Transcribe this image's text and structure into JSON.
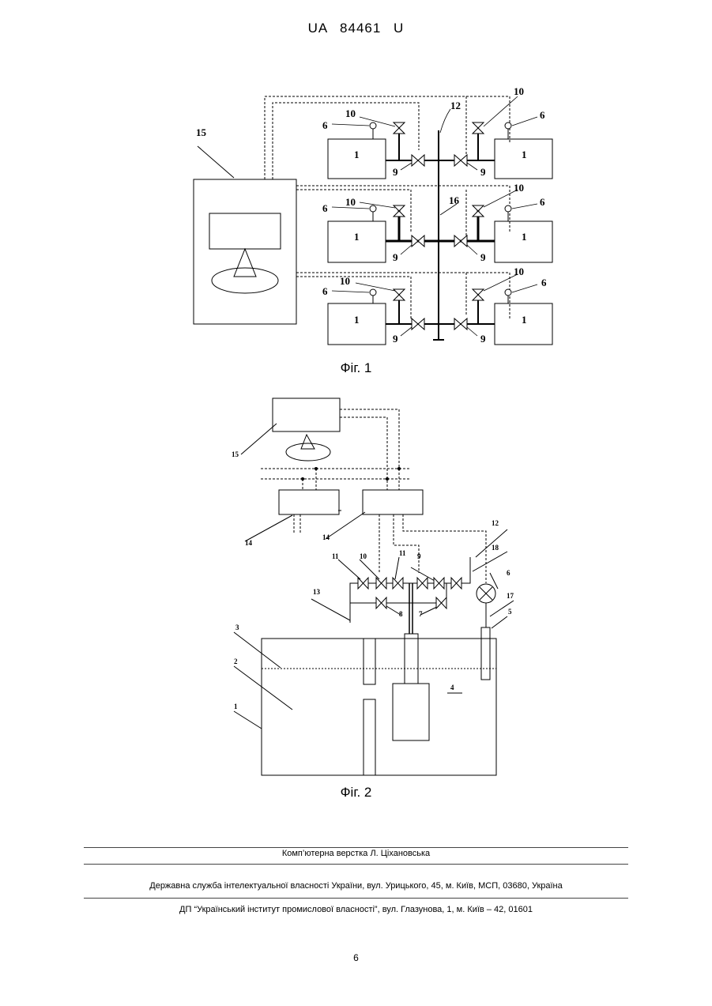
{
  "header": {
    "patent_number": "UA   84461   U"
  },
  "figure1": {
    "caption": "Фіг. 1",
    "labels": {
      "tank": "1",
      "sensor": "6",
      "valve_main": "9",
      "valve_aux": "10",
      "collector": "12",
      "pipe": "16",
      "controller": "15"
    }
  },
  "figure2": {
    "caption": "Фіг. 2",
    "labels": {
      "l1": "1",
      "l2": "2",
      "l3": "3",
      "l4": "4",
      "l5": "5",
      "l6": "6",
      "l7": "7",
      "l8": "8",
      "l9": "9",
      "l10": "10",
      "l11": "11",
      "l12": "12",
      "l13": "13",
      "l14": "14",
      "l15": "15",
      "l17": "17",
      "l18": "18"
    }
  },
  "footer": {
    "layout": "Комп’ютерна верстка Л. Ціхановська",
    "service": "Державна служба інтелектуальної власності України, вул. Урицького, 45, м. Київ, МСП, 03680, Україна",
    "institute": "ДП “Український інститут промислової власності”, вул. Глазунова, 1, м. Київ – 42, 01601"
  },
  "page_number": "6"
}
